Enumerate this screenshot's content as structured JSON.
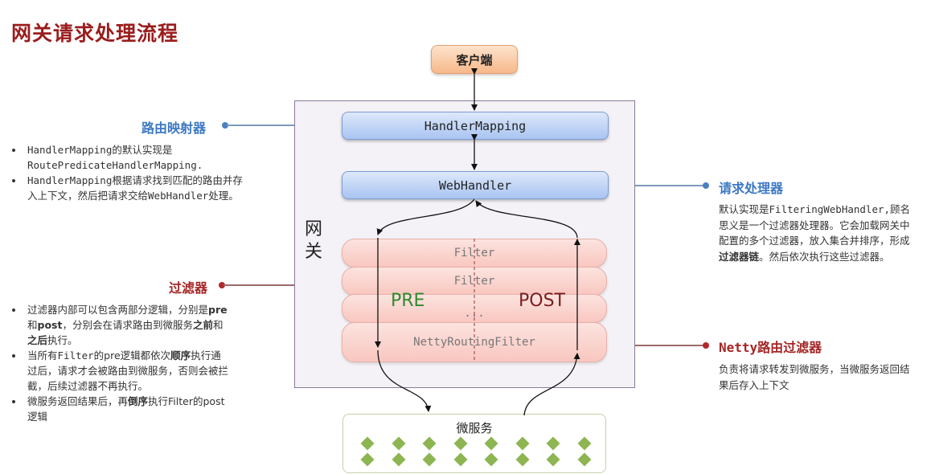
{
  "title": "网关请求处理流程",
  "diagram": {
    "client": "客户端",
    "gateway_label": "网\n关",
    "handler_mapping": "HandlerMapping",
    "web_handler": "WebHandler",
    "filters": [
      "Filter",
      "Filter",
      "...",
      "NettyRoutingFilter"
    ],
    "pre_label": "PRE",
    "post_label": "POST",
    "microservice": "微服务",
    "microservice_instances": 16
  },
  "annotations": {
    "route_mapper": {
      "heading": "路由映射器",
      "bullets": [
        {
          "parts": [
            {
              "t": "HandlerMapping",
              "mono": true
            },
            {
              "t": "的默认实现是"
            },
            {
              "t": "RoutePredicateHandlerMapping.",
              "mono": true,
              "br": true
            }
          ]
        },
        {
          "parts": [
            {
              "t": "HandlerMapping",
              "mono": true
            },
            {
              "t": "根据请求找到匹配的路由并存入上下文，然后把请求交给"
            },
            {
              "t": "WebHandler",
              "mono": true
            },
            {
              "t": "处理。"
            }
          ]
        }
      ]
    },
    "request_handler": {
      "heading": "请求处理器",
      "text_before": "默认实现是",
      "text_mono": "FilteringWebHandler,",
      "text_mid": "顾名思义是一个过滤器处理器。它会加载网关中配置的多个过滤器，放入集合并排序，形成",
      "text_bold": "过滤器链",
      "text_after": "。然后依次执行这些过滤器。"
    },
    "filter": {
      "heading": "过滤器",
      "bullets": [
        {
          "parts": [
            {
              "t": "过滤器内部可以包含两部分逻辑，分别是"
            },
            {
              "t": "pre",
              "bold": true
            },
            {
              "t": "和"
            },
            {
              "t": "post",
              "bold": true
            },
            {
              "t": "，分别会在请求路由到微服务"
            },
            {
              "t": "之前",
              "bold": true
            },
            {
              "t": "和"
            },
            {
              "t": "之后",
              "bold": true
            },
            {
              "t": "执行。"
            }
          ]
        },
        {
          "parts": [
            {
              "t": "当所有"
            },
            {
              "t": "Filter",
              "mono": true
            },
            {
              "t": "的pre逻辑都依次"
            },
            {
              "t": "顺序",
              "bold": true
            },
            {
              "t": "执行通过后，请求才会被路由到微服务，否则会被拦截，后续过滤器不再执行。"
            }
          ]
        },
        {
          "parts": [
            {
              "t": "微服务返回结果后，再"
            },
            {
              "t": "倒序",
              "bold": true
            },
            {
              "t": "执行Filter的post逻辑"
            }
          ]
        }
      ]
    },
    "netty_filter": {
      "heading": "Netty路由过滤器",
      "text": "负责将请求转发到微服务，当微服务返回结果后存入上下文"
    }
  },
  "colors": {
    "title": "#9b1c1c",
    "blue_heading": "#3c78c3",
    "red_heading": "#a52525",
    "pre": "#2e8b2e",
    "post": "#7a1e1e",
    "diamond": "#8db552"
  }
}
